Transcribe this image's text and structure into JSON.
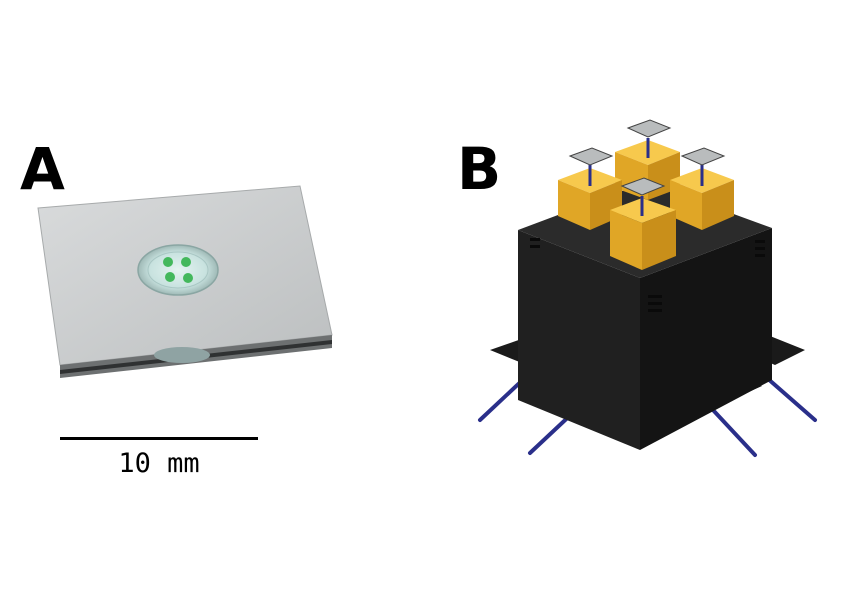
{
  "panels": {
    "a_label": "A",
    "b_label": "B"
  },
  "scale_bar": {
    "text": "10 mm"
  },
  "colors": {
    "glass": "#c9cccd",
    "device_body": "#1a1a1a",
    "holder": "#f2b736",
    "wire": "#2a2f8a",
    "well_green": "#43b85c"
  }
}
